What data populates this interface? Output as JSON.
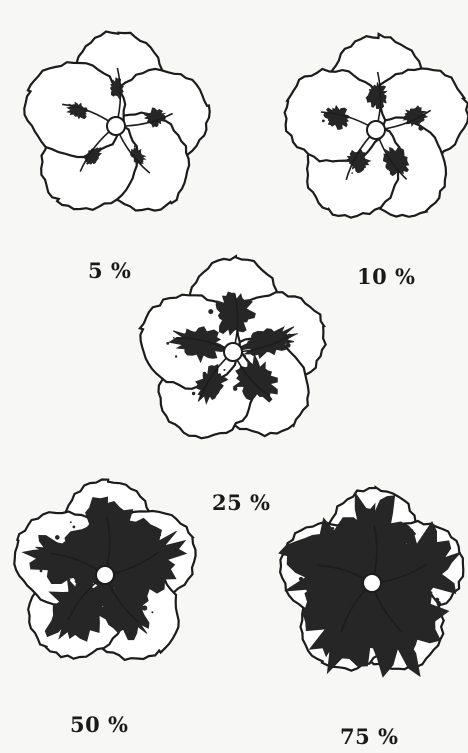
{
  "colors": {
    "background": "#f7f7f5",
    "ink": "#1c1c1c",
    "lesion": "#262626"
  },
  "panels": [
    {
      "id": "f5",
      "label": "5 %",
      "severity": 5
    },
    {
      "id": "f10",
      "label": "10 %",
      "severity": 10
    },
    {
      "id": "f25",
      "label": "25 %",
      "severity": 25
    },
    {
      "id": "f50",
      "label": "50 %",
      "severity": 50
    },
    {
      "id": "f75",
      "label": "75 %",
      "severity": 75
    }
  ]
}
